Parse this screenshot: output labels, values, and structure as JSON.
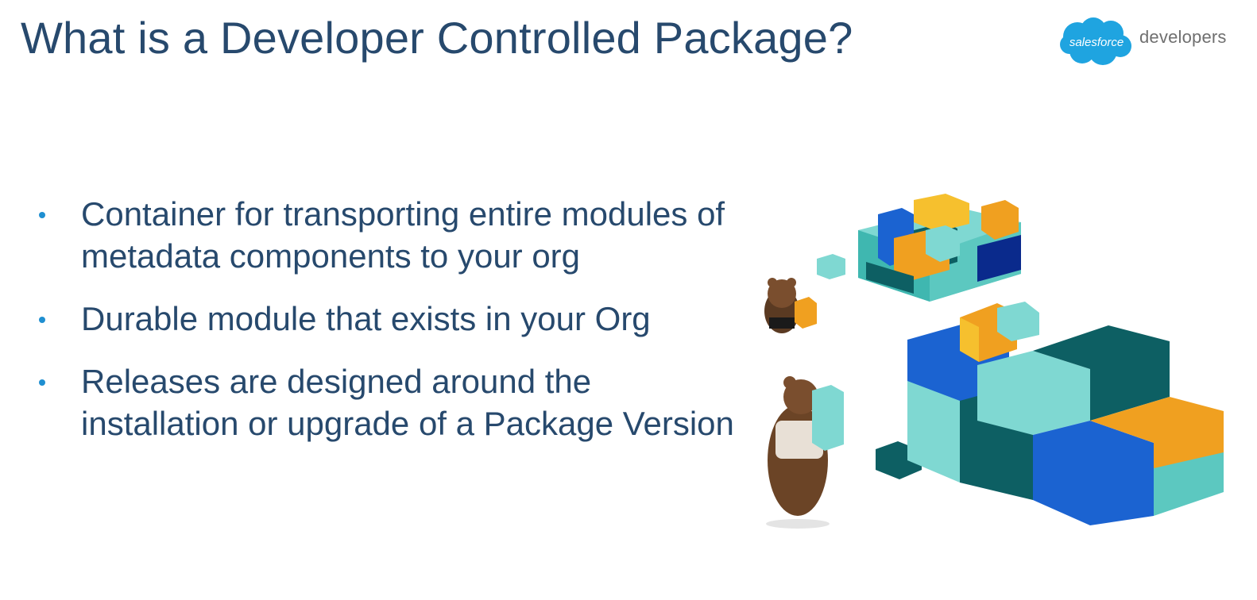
{
  "slide": {
    "title": "What is a Developer Controlled Package?",
    "bullets": [
      "Container for transporting entire modules of metadata components to your org",
      "Durable module that exists in your Org",
      "Releases are designed around the installation or upgrade of a Package Version"
    ]
  },
  "brand": {
    "cloud_text": "salesforce",
    "side_text": "developers",
    "cloud_color": "#1fa4e0"
  },
  "illustration": {
    "icon": "bears-stacking-boxes-illustration",
    "colors": {
      "teal_light": "#7fd8d2",
      "teal_dark": "#0d5f63",
      "blue": "#1b63d1",
      "navy": "#0a2a8c",
      "orange": "#f0a020",
      "yellow": "#f6c02e"
    }
  }
}
